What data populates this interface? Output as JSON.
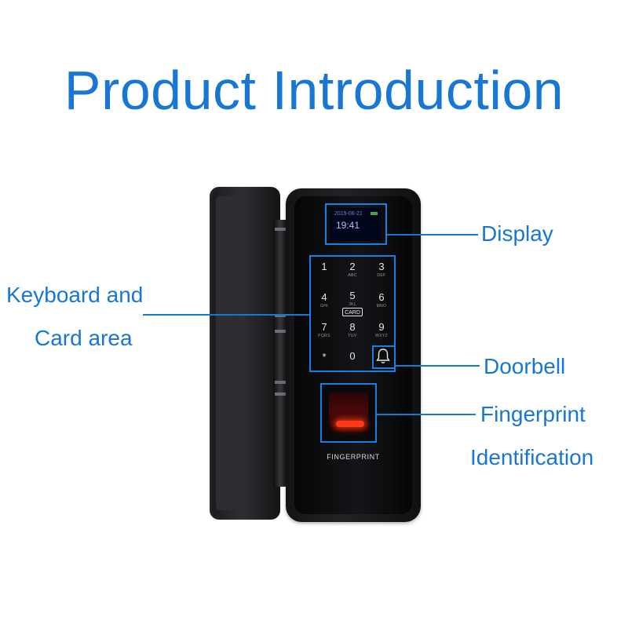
{
  "title": "Product Introduction",
  "device": {
    "screen": {
      "date": "2019-06-21",
      "time": "19:41"
    },
    "keys": [
      {
        "num": "1",
        "sub": ""
      },
      {
        "num": "2",
        "sub": "ABC"
      },
      {
        "num": "3",
        "sub": "DEF"
      },
      {
        "num": "4",
        "sub": "GHI"
      },
      {
        "num": "5",
        "sub": "JKL"
      },
      {
        "num": "6",
        "sub": "MNO"
      },
      {
        "num": "7",
        "sub": "PQRS"
      },
      {
        "num": "8",
        "sub": "TUV"
      },
      {
        "num": "9",
        "sub": "WXYZ"
      },
      {
        "num": "*",
        "sub": ""
      },
      {
        "num": "0",
        "sub": ""
      }
    ],
    "card_label": "CARD",
    "fingerprint_label": "FINGERPRINT"
  },
  "callouts": {
    "display": "Display",
    "keyboard_line1": "Keyboard and",
    "keyboard_line2": "Card area",
    "doorbell": "Doorbell",
    "fingerprint_line1": "Fingerprint",
    "fingerprint_line2": "Identification"
  },
  "colors": {
    "accent": "#1877d2",
    "highlight": "#1a7fe0"
  },
  "icons": [
    "bell-icon"
  ]
}
